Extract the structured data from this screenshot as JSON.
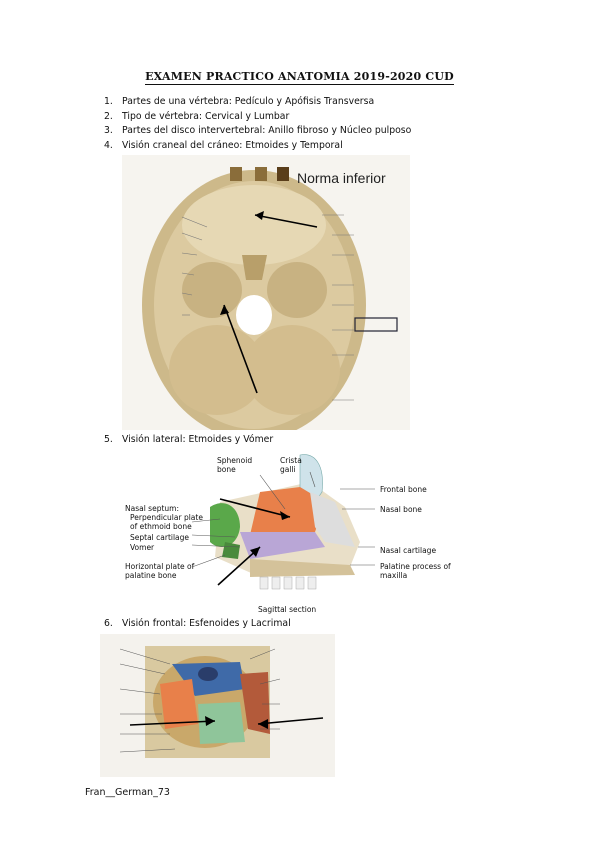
{
  "title": "EXAMEN PRACTICO ANATOMIA 2019-2020 CUD",
  "items": [
    {
      "n": "1.",
      "text": "Partes de una vértebra: Pedículo y Apófisis Transversa"
    },
    {
      "n": "2.",
      "text": "Tipo de vértebra: Cervical y Lumbar"
    },
    {
      "n": "3.",
      "text": "Partes del disco intervertebral: Anillo fibroso y Núcleo pulposo"
    },
    {
      "n": "4.",
      "text": "Visión craneal del cráneo: Etmoides y Temporal"
    },
    {
      "n": "5.",
      "text": "Visión lateral: Etmoides y Vómer"
    },
    {
      "n": "6.",
      "text": "Visión frontal: Esfenoides y Lacrimal"
    }
  ],
  "fig1": {
    "heading": "Norma inferior"
  },
  "fig2": {
    "labels": {
      "sphenoid": "Sphenoid bone",
      "crista": "Crista galli",
      "frontal": "Frontal bone",
      "nasal": "Nasal bone",
      "septum": "Nasal septum:",
      "perp": "Perpendicular plate of ethmoid bone",
      "septal": "Septal cartilage",
      "vomer": "Vomer",
      "horiz": "Horizontal plate of palatine bone",
      "nasal_cart": "Nasal cartilage",
      "palatine": "Palatine process of maxilla",
      "sagittal": "Sagittal section"
    }
  },
  "footer": "Fran__German_73",
  "colors": {
    "bone": "#d9c9a0",
    "orange": "#e8804a",
    "green": "#5aa84a",
    "lilac": "#b9a6d6",
    "blue": "#3f6aa8"
  }
}
